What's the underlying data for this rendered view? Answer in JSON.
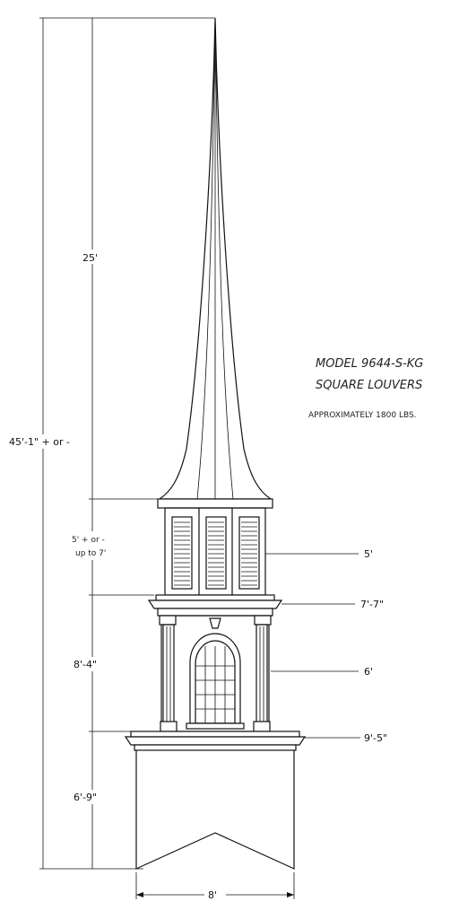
{
  "model": {
    "title": "MODEL 9644-S-KG",
    "subtitle": "SQUARE LOUVERS",
    "weight": "APPROXIMATELY 1800 LBS."
  },
  "dimensions": {
    "overall": "45'-1\" + or -",
    "spire": "25'",
    "louver_height_line1": "5' + or -",
    "louver_height_line2": "up to 7'",
    "window_section": "8'-4\"",
    "base": "6'-9\"",
    "louver_width": "5'",
    "cornice_width": "7'-7\"",
    "column_width": "6'",
    "base_cap_width": "9'-5\"",
    "base_width": "8'"
  }
}
